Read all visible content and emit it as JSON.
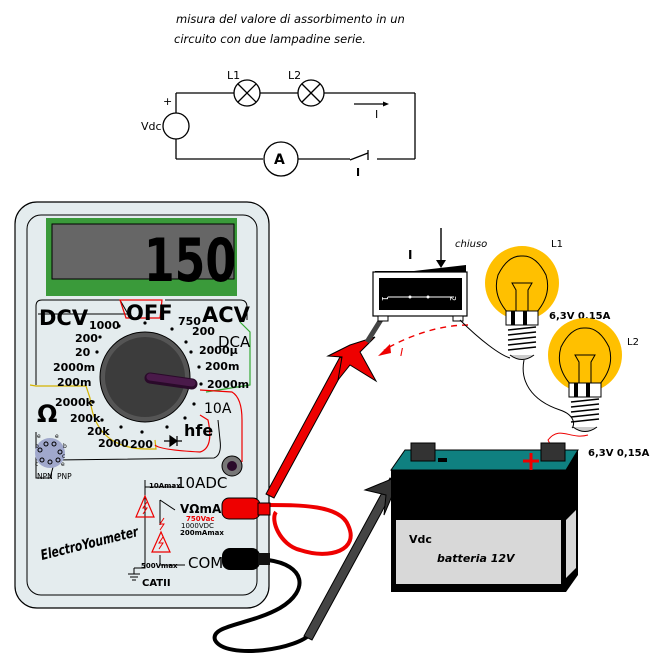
{
  "caption": {
    "line1": "misura del valore di assorbimento in un",
    "line2": "circuito con due lampadine serie."
  },
  "schematic": {
    "lamp1_label": "L1",
    "lamp2_label": "L2",
    "source_label": "Vdc",
    "plus_sign": "+",
    "current_label": "I",
    "ammeter_label": "A",
    "switch_label": "I"
  },
  "multimeter": {
    "display_value": "150",
    "brand": "ElectroYoumeter",
    "colors": {
      "display_bezel": "#3a9a3a",
      "display_lcd": "#666666",
      "body": "#e4ecee",
      "knob": "#3c3c3c",
      "pointer": "#3a0a3a"
    },
    "modes": {
      "dcv": "DCV",
      "off": "OFF",
      "acv": "ACV",
      "dca": "DCA",
      "ohm": "Ω",
      "hfe": "hfe",
      "amp10": "10A"
    },
    "dcv_ranges": [
      "1000",
      "200",
      "20",
      "2000m",
      "200m"
    ],
    "acv_ranges": [
      "750",
      "200"
    ],
    "dca_ranges": [
      "2000µ",
      "200m",
      "2000m"
    ],
    "ohm_ranges": [
      "2000k",
      "200k",
      "20k",
      "2000",
      "200"
    ],
    "transistor_socket": {
      "npn": "NPN",
      "pnp": "PNP",
      "pins": [
        "e",
        "b",
        "c",
        "e",
        "b",
        "c",
        "e",
        "c"
      ]
    },
    "jacks": {
      "adc10": "10ADC",
      "adc10_max": "10Amax",
      "vomA": "VΩmA",
      "vomA_ac": "750Vac",
      "vomA_dc": "1000VDC",
      "vomA_max": "200mAmax",
      "com": "COM",
      "com_max": "500Vmax",
      "category": "CATII"
    }
  },
  "switch": {
    "label": "I",
    "state_label": "chiuso",
    "pin1": "1",
    "pin2": "2"
  },
  "bulbs": [
    {
      "label": "L1",
      "rating": "6,3V 0,15A"
    },
    {
      "label": "L2",
      "rating": "6,3V 0,15A"
    }
  ],
  "battery": {
    "minus": "-",
    "plus": "+",
    "label": "Vdc",
    "name": "batteria 12V",
    "colors": {
      "top": "#0f8080",
      "body": "#000000",
      "label": "#d8d8d8"
    }
  },
  "current_flow_label": "I"
}
